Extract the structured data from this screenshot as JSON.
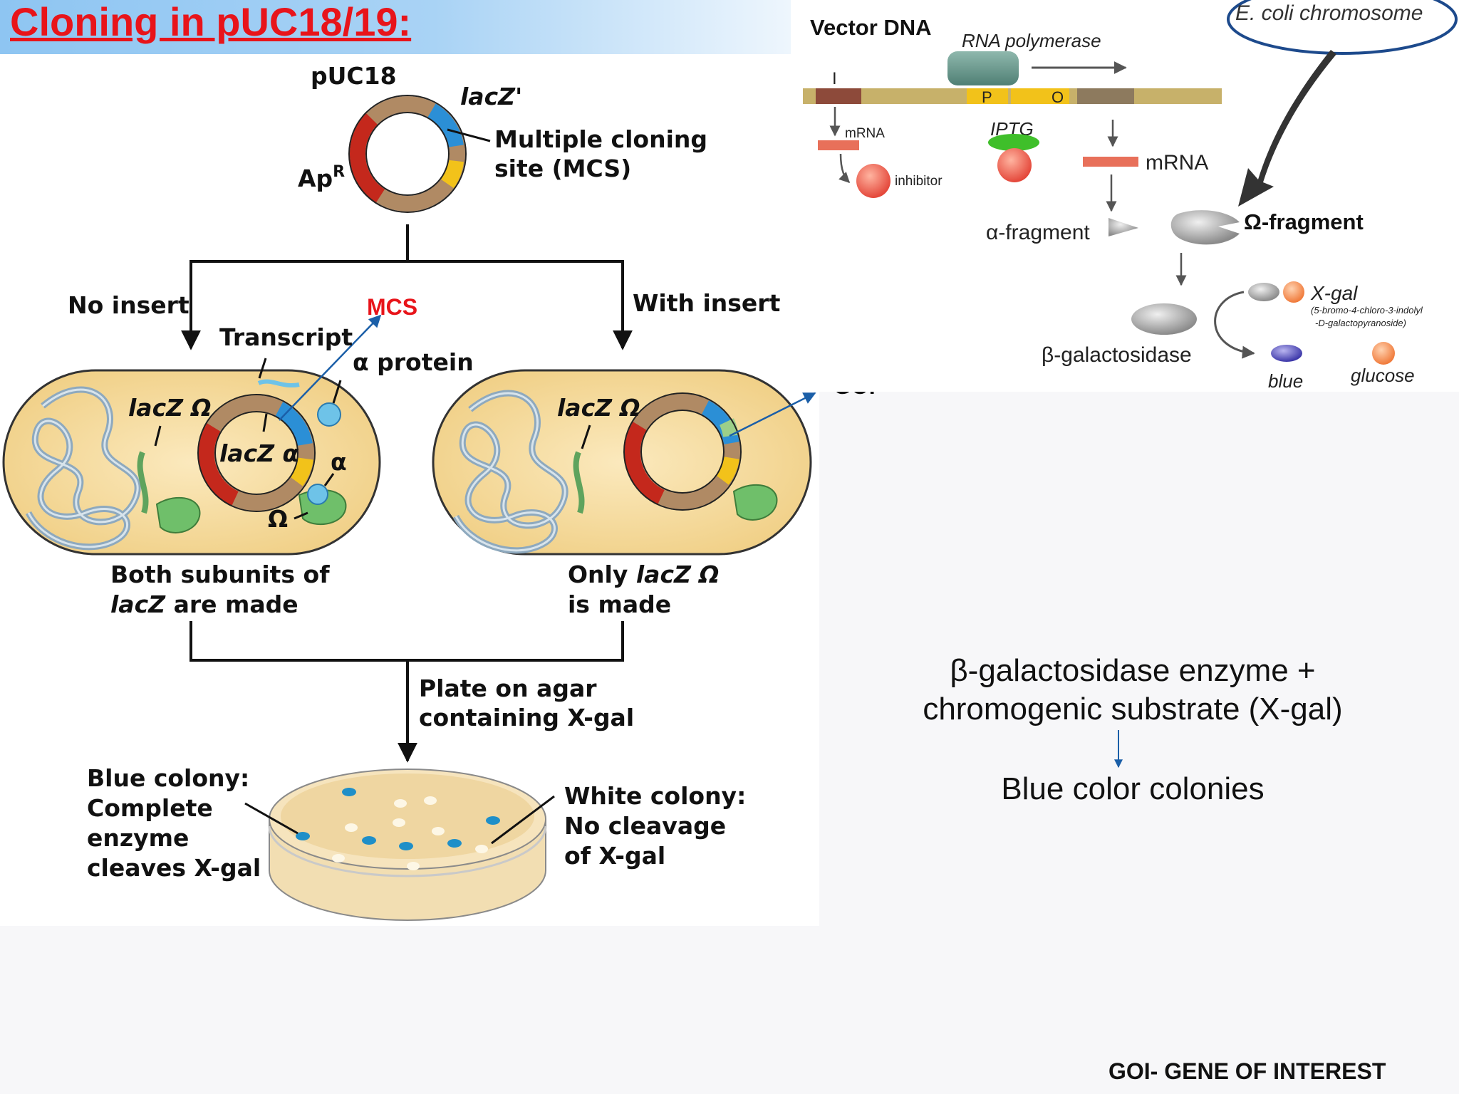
{
  "slide": {
    "title": "Cloning in pUC18/19:",
    "summary_line1": "β-galactosidase enzyme +",
    "summary_line2": "chromogenic substrate (X-gal)",
    "summary_result": "Blue color colonies",
    "footer": "GOI- GENE OF INTEREST"
  },
  "left_figure": {
    "plasmid_name": "pUC18",
    "lacz_prime": "lacZ'",
    "mcs_line1": "Multiple cloning",
    "mcs_line2": "site (MCS)",
    "apr": "Ap",
    "apr_sup": "R",
    "branch_left": "No insert",
    "branch_right": "With insert",
    "mcs_callout": "MCS",
    "transcript": "Transcript",
    "alpha_protein": "α protein",
    "lacz_omega": "lacZ Ω",
    "lacz_alpha": "lacZ α",
    "alpha": "α",
    "omega": "Ω",
    "goi": "GOI",
    "left_result_line1": "Both subunits of",
    "left_result_line2_italic": "lacZ",
    "left_result_line2": " are made",
    "right_result_line1": "Only ",
    "right_result_line1_italic": "lacZ Ω",
    "right_result_line2": "is made",
    "plate_line1": "Plate on agar",
    "plate_line2": "containing X-gal",
    "blue_colony": [
      "Blue colony:",
      "Complete",
      "enzyme",
      "cleaves X-gal"
    ],
    "white_colony": [
      "White colony:",
      "No cleavage",
      "of X-gal"
    ]
  },
  "right_figure": {
    "vector_dna": "Vector DNA",
    "ecoli": "E. coli chromosome",
    "rna_polymerase": "RNA polymerase",
    "gene_i": "I",
    "promoter": "P",
    "operator": "O",
    "mrna_small": "mRNA",
    "inhibitor": "inhibitor",
    "iptg": "IPTG",
    "mrna": "mRNA",
    "alpha_fragment": "α-fragment",
    "omega_fragment": "Ω-fragment",
    "beta_gal": "β-galactosidase",
    "xgal": "X-gal",
    "xgal_chem1": "(5-bromo-4-chloro-3-indolyl",
    "xgal_chem2": "-D-galactopyranoside)",
    "blue": "blue",
    "glucose": "glucose"
  },
  "colors": {
    "title_red": "#e8141a",
    "plasmid_red": "#c4281c",
    "plasmid_tan": "#b08a64",
    "plasmid_blue": "#2b8fd6",
    "plasmid_yellow": "#f2c21a",
    "cell_fill": "#f6dfa6",
    "blue_colony": "#1f8fc8",
    "arrow_blue": "#1b5fa8"
  }
}
